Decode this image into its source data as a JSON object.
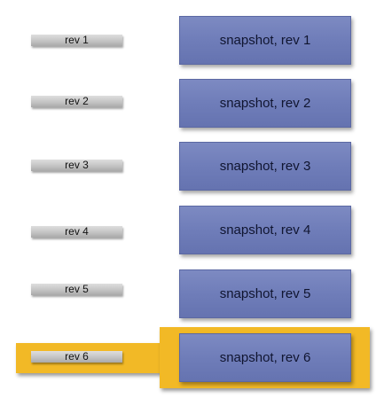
{
  "colors": {
    "highlight": "#f2b926",
    "snapshot_fill": "#6f7db9",
    "rev_label_fill": "#c4c4c4"
  },
  "rows": [
    {
      "rev_label": "rev 1",
      "snapshot_label": "snapshot, rev 1",
      "highlighted": false
    },
    {
      "rev_label": "rev 2",
      "snapshot_label": "snapshot, rev 2",
      "highlighted": false
    },
    {
      "rev_label": "rev 3",
      "snapshot_label": "snapshot, rev 3",
      "highlighted": false
    },
    {
      "rev_label": "rev 4",
      "snapshot_label": "snapshot, rev 4",
      "highlighted": false
    },
    {
      "rev_label": "rev 5",
      "snapshot_label": "snapshot, rev 5",
      "highlighted": false
    },
    {
      "rev_label": "rev 6",
      "snapshot_label": "snapshot, rev 6",
      "highlighted": true
    }
  ]
}
